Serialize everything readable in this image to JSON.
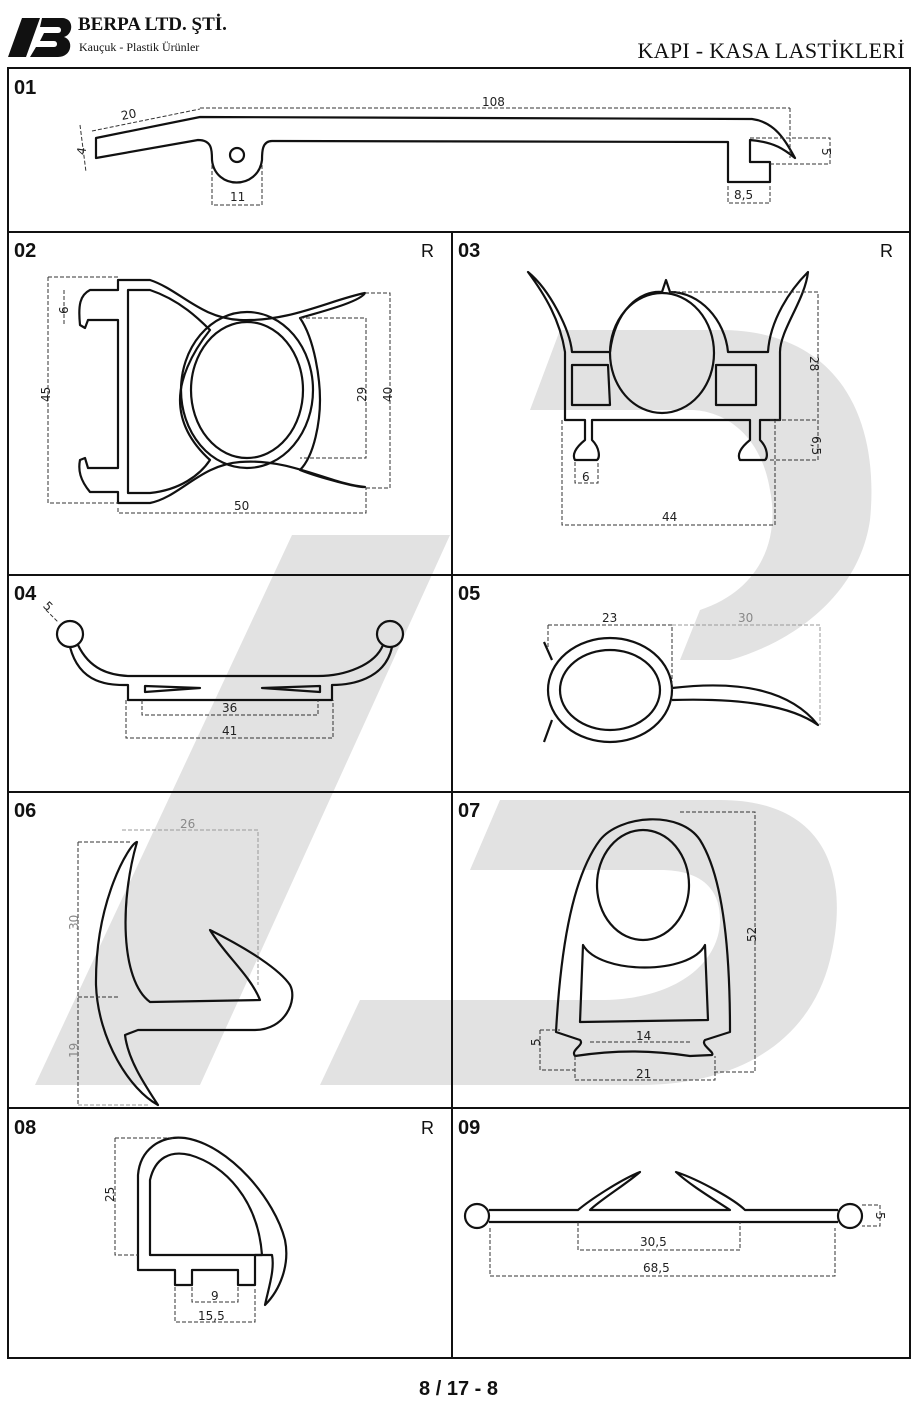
{
  "header": {
    "company": "BERPA LTD. ŞTİ.",
    "tagline": "Kauçuk - Plastik Ürünler",
    "title": "KAPI - KASA LASTİKLERİ",
    "logo_letters": "B"
  },
  "products": [
    {
      "no": "01",
      "dims": [
        "20",
        "108",
        "4",
        "5",
        "11",
        "8,5"
      ]
    },
    {
      "no": "02",
      "mark": "R",
      "dims": [
        "6",
        "45",
        "29",
        "40",
        "50"
      ]
    },
    {
      "no": "03",
      "mark": "R",
      "dims": [
        "28",
        "6,5",
        "6",
        "44"
      ]
    },
    {
      "no": "04",
      "dims": [
        "5",
        "36",
        "41"
      ]
    },
    {
      "no": "05",
      "dims": [
        "23",
        "30"
      ]
    },
    {
      "no": "06",
      "dims": [
        "26",
        "30",
        "19"
      ]
    },
    {
      "no": "07",
      "dims": [
        "52",
        "5",
        "14",
        "21"
      ]
    },
    {
      "no": "08",
      "mark": "R",
      "dims": [
        "25",
        "9",
        "15,5"
      ]
    },
    {
      "no": "09",
      "dims": [
        "5",
        "30,5",
        "68,5"
      ]
    }
  ],
  "footer": {
    "page": "8 / 17 - 8"
  }
}
